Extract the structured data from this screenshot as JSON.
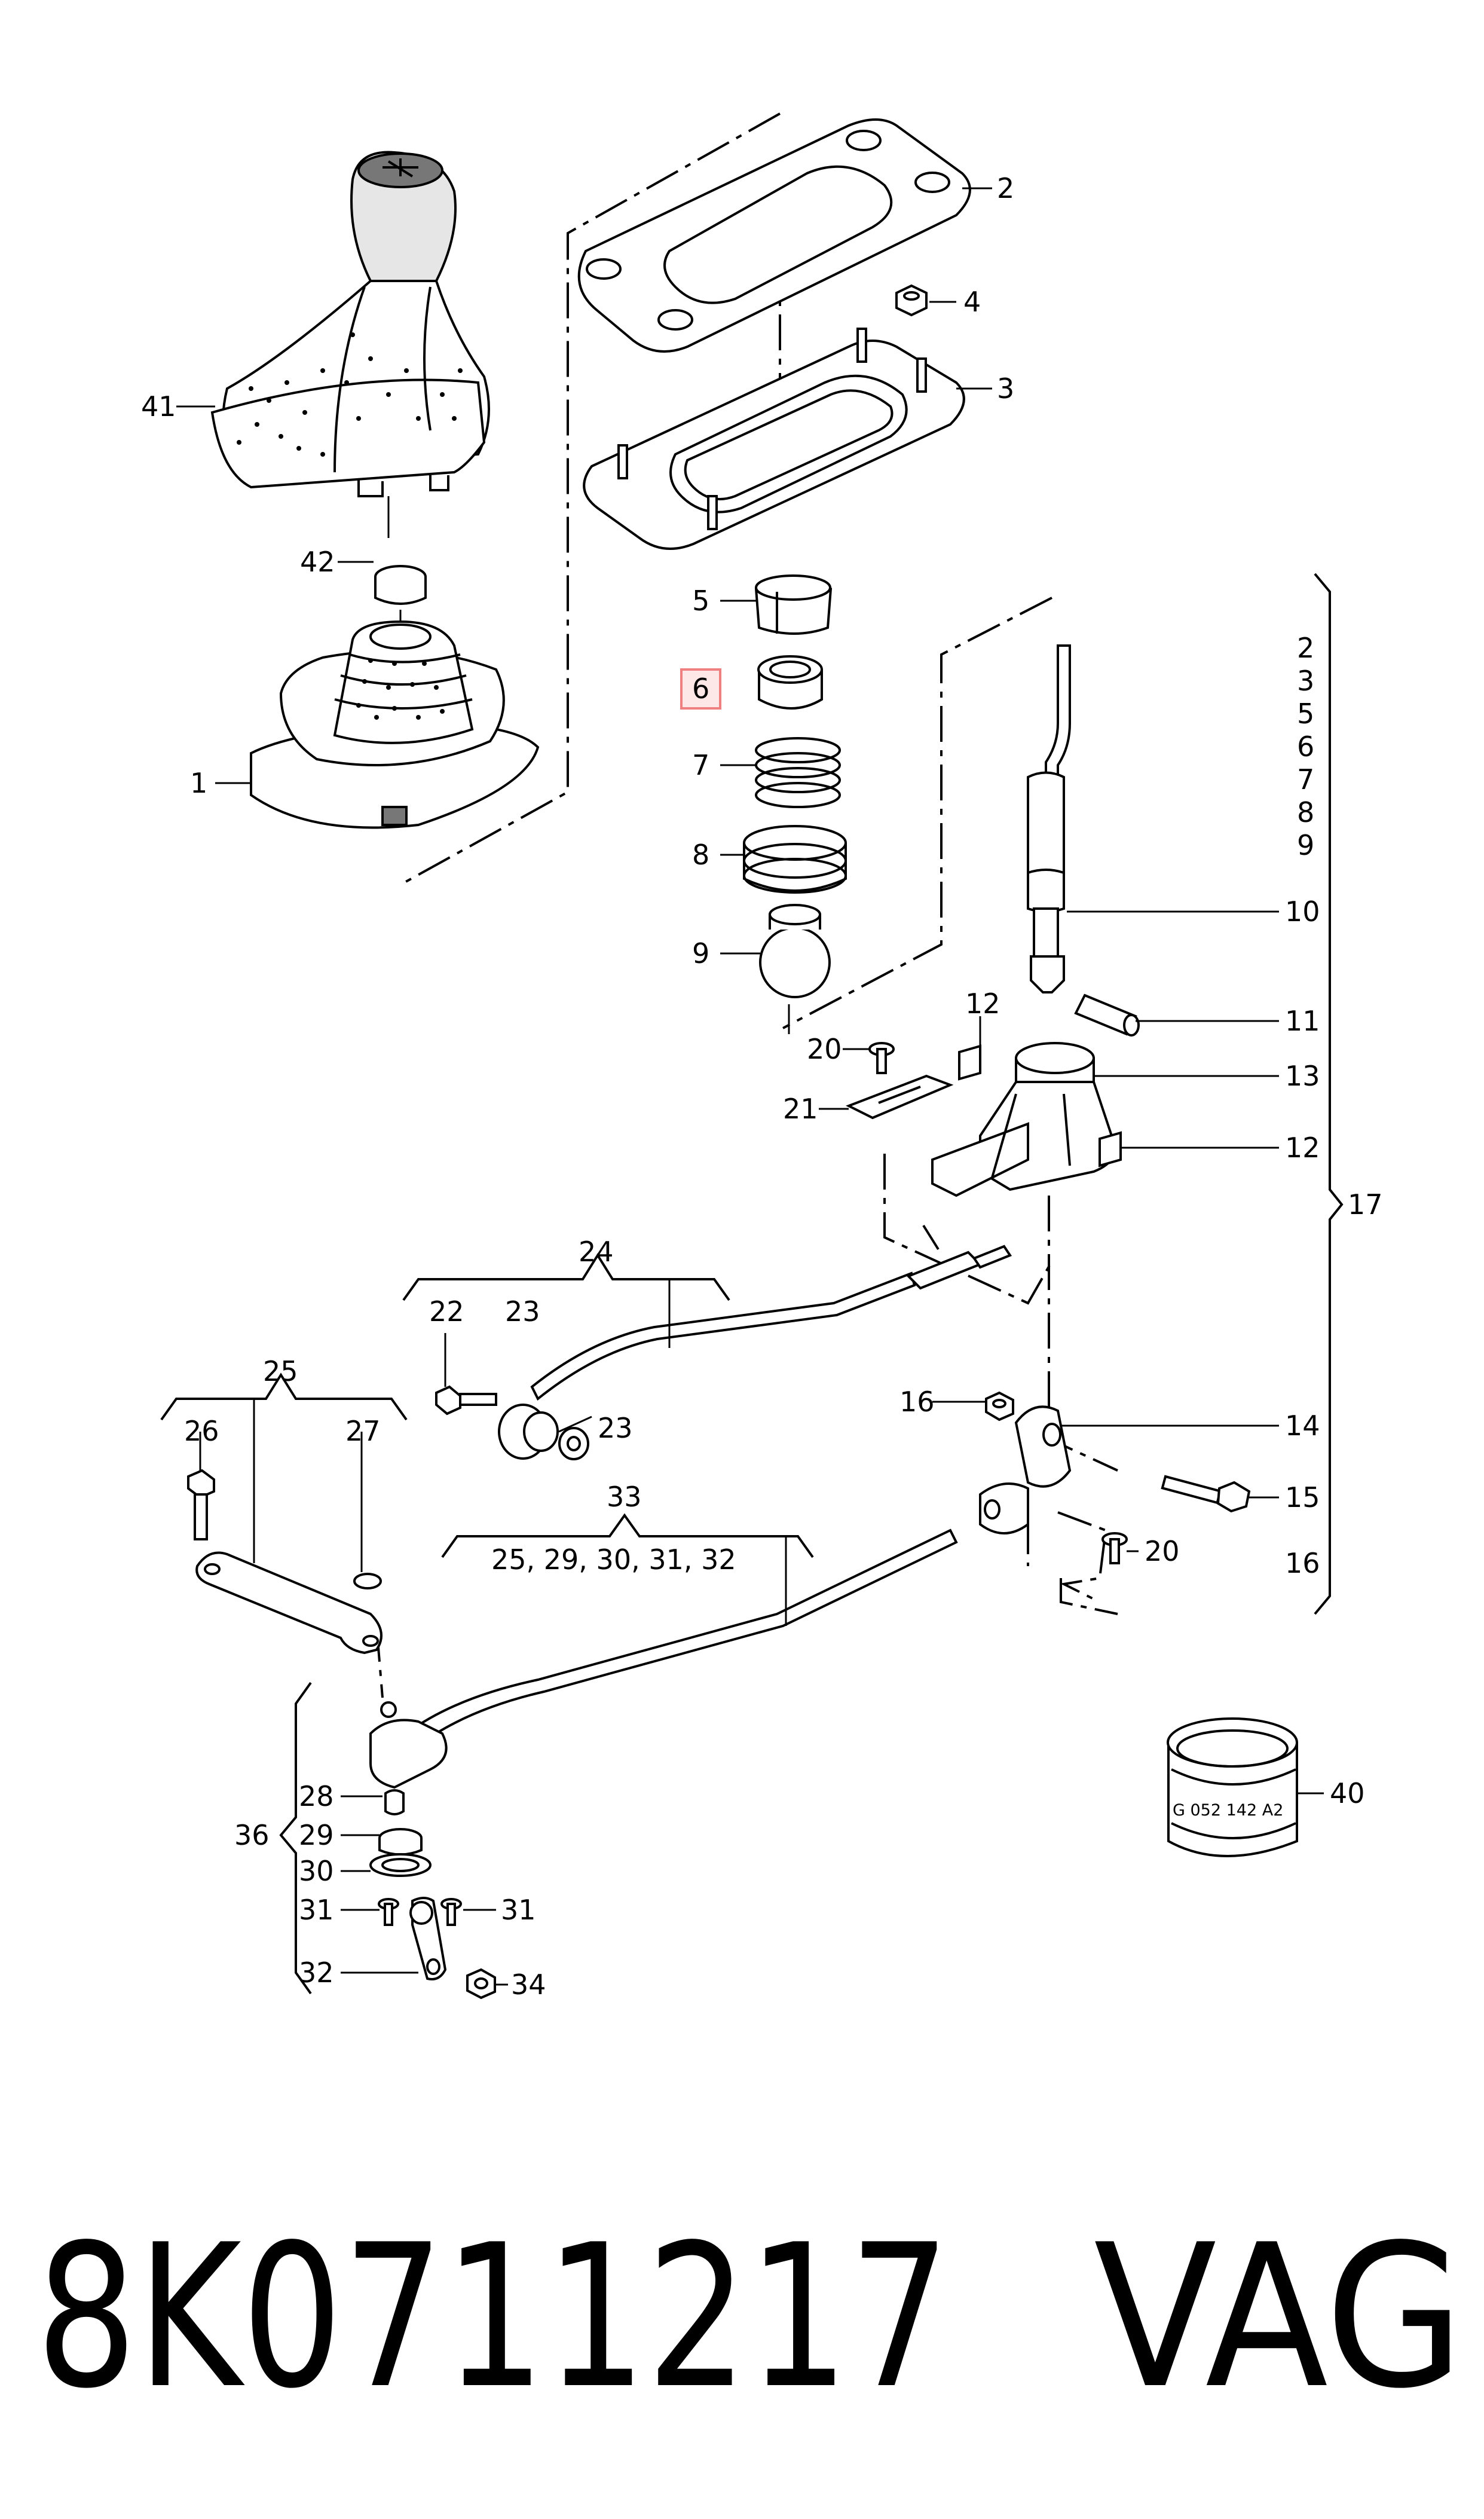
{
  "diagram": {
    "callouts": {
      "c41": "41",
      "c42": "42",
      "c1": "1",
      "c2": "2",
      "c3": "3",
      "c4": "4",
      "c5": "5",
      "c6": "6",
      "c7": "7",
      "c8": "8",
      "c9": "9",
      "c10": "10",
      "c11": "11",
      "c12a": "12",
      "c12b": "12",
      "c13": "13",
      "c20a": "20",
      "c21": "21",
      "c17": "17",
      "c24": "24",
      "c22": "22",
      "c23a": "23",
      "c23b": "23",
      "c25": "25",
      "c26": "26",
      "c27": "27",
      "c16a": "16",
      "c14": "14",
      "c15": "15",
      "c20b": "20",
      "c16b": "16",
      "c33": "33",
      "c33_list": "25, 29, 30, 31, 32",
      "c28": "28",
      "c29": "29",
      "c30": "30",
      "c31a": "31",
      "c31b": "31",
      "c32": "32",
      "c34": "34",
      "c36": "36",
      "c40": "40"
    },
    "bracket17_list": [
      "2",
      "3",
      "5",
      "6",
      "7",
      "8",
      "9"
    ],
    "part40_marking": "G 052 142 A2",
    "highlight_color": "#f08080"
  },
  "footer": {
    "part_number": "8K0711217",
    "brand": "VAG"
  }
}
